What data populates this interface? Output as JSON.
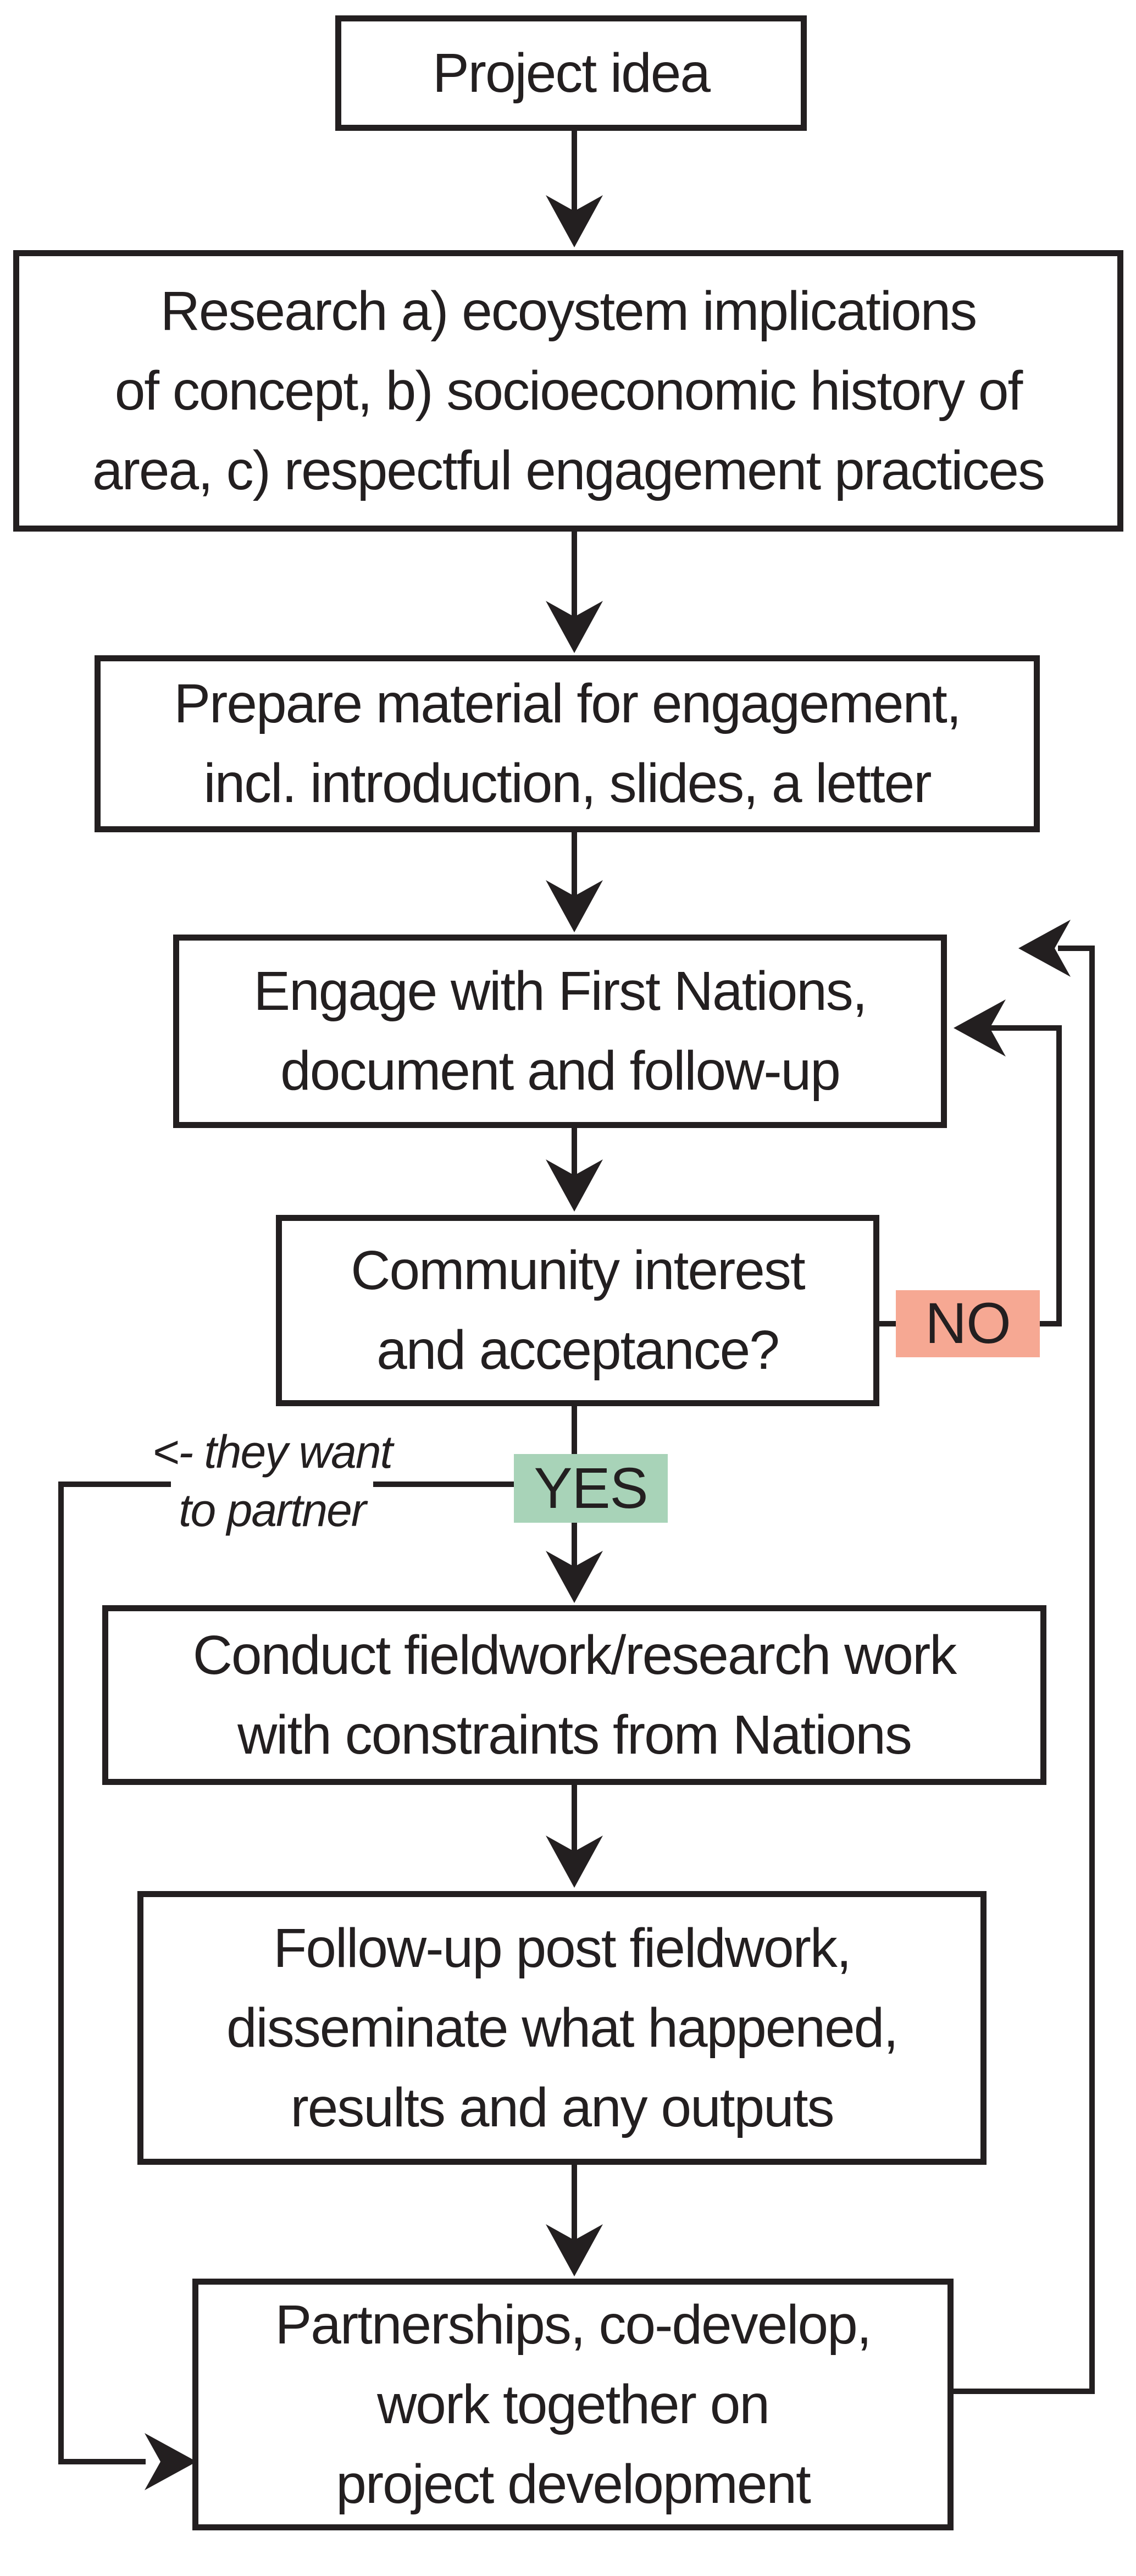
{
  "figure": {
    "background": "#ffffff",
    "line_color": "#231f20",
    "text_color": "#231f20"
  },
  "nodes": {
    "project_idea": {
      "label": "Project idea"
    },
    "research": {
      "label": "Research a) ecoystem implications\nof concept, b) socioeconomic history of\narea, c) respectful engagement practices"
    },
    "prepare": {
      "label": "Prepare material for engagement,\nincl. introduction, slides, a letter"
    },
    "engage": {
      "label": "Engage with First Nations,\ndocument and follow-up"
    },
    "community": {
      "label": "Community interest\nand acceptance?"
    },
    "conduct": {
      "label": "Conduct fieldwork/research work\nwith constraints from Nations"
    },
    "follow_up": {
      "label": "Follow-up post fieldwork,\ndisseminate what happened,\nresults and any outputs"
    },
    "partnerships": {
      "label": "Partnerships, co-develop,\nwork together on\nproject development"
    }
  },
  "decision_labels": {
    "no": {
      "label": "NO",
      "background": "#f6a893"
    },
    "yes": {
      "label": "YES",
      "background": "#a8d3b8"
    }
  },
  "annotation": {
    "line1": "<- they want",
    "line2": "to partner"
  }
}
